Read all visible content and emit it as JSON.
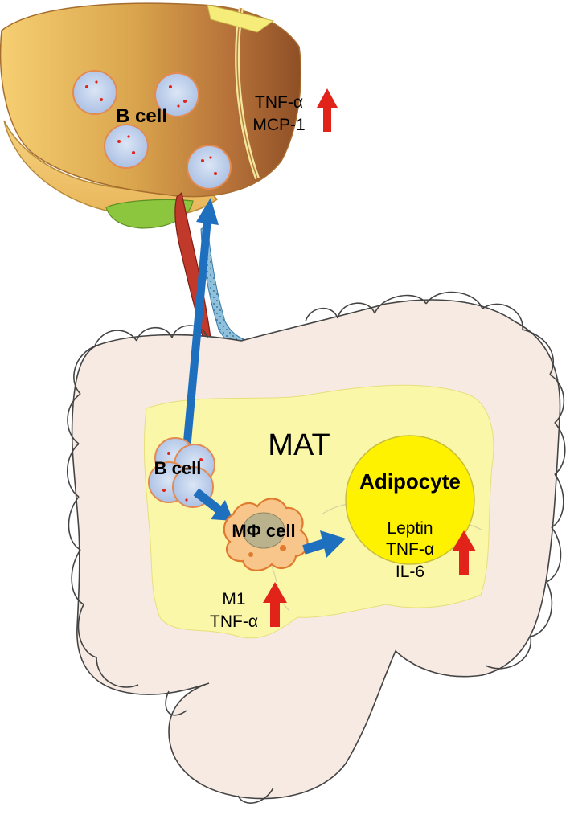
{
  "liver": {
    "cell_label": "B cell",
    "cytokine_1": "TNF-α",
    "cytokine_2": "MCP-1"
  },
  "mat": {
    "title": "MAT",
    "bcell_label": "B cell",
    "macrophage_label": "MΦ cell",
    "macrophage_marker_1": "M1",
    "macrophage_marker_2": "TNF-α"
  },
  "adipocyte": {
    "title": "Adipocyte",
    "factor_1": "Leptin",
    "factor_2": "TNF-α",
    "factor_3": "IL-6"
  },
  "colors": {
    "liver_fill": "#d8a24e",
    "liver_dark": "#9c5a2a",
    "gallbladder": "#8cc63f",
    "vessel_red": "#c0392b",
    "vessel_blue": "#6fa8c8",
    "intestine_fill": "#f7eae2",
    "mat_fill": "#fbf7a9",
    "adipocyte_fill": "#fff200",
    "cell_fill": "#b8cbe8",
    "cell_border": "#e28a52",
    "macrophage_fill": "#f8c68a",
    "macrophage_border": "#e07a2e",
    "arrow_blue": "#1f6fbf",
    "up_arrow_red": "#e2231a"
  }
}
